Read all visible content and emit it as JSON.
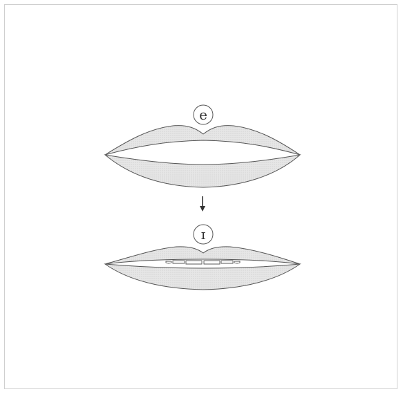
{
  "diagram": {
    "top_symbol": "e",
    "bottom_symbol": "ɪ",
    "arrow": "down-arrow"
  },
  "colors": {
    "lip_fill": "#d9d9d9",
    "lip_stroke": "#555555",
    "text": "#333333",
    "frame": "#cfcfcf"
  }
}
